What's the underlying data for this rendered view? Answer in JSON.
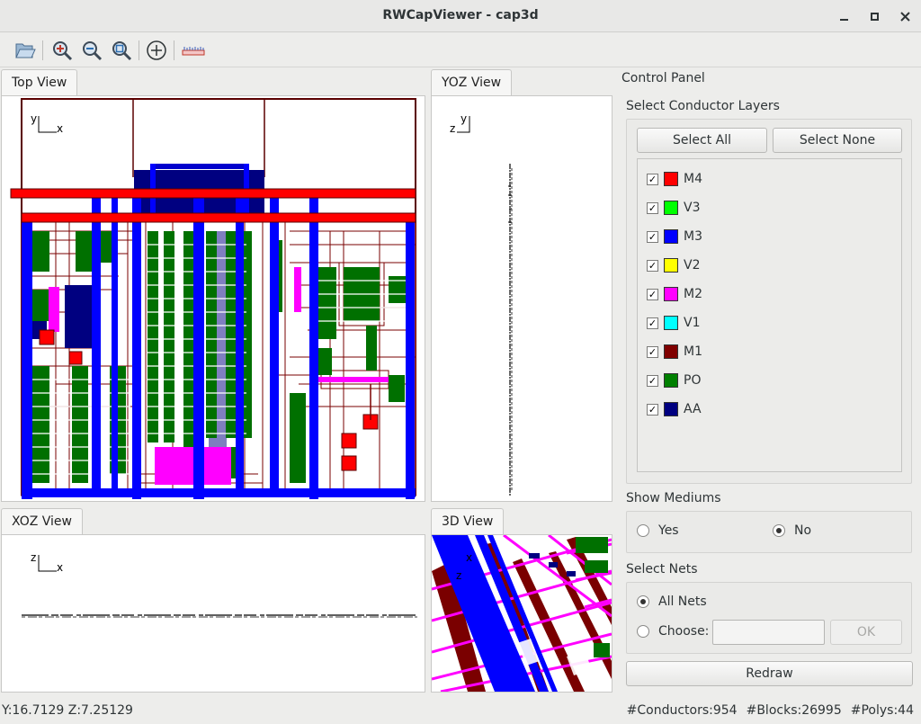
{
  "window": {
    "title": "RWCapViewer - cap3d"
  },
  "toolbar": {
    "icons": [
      "open-folder-icon",
      "zoom-in-icon",
      "zoom-out-icon",
      "zoom-fit-icon",
      "center-crosshair-icon",
      "ruler-icon"
    ]
  },
  "views": {
    "top": {
      "tab": "Top View",
      "axis_v": "y",
      "axis_h": "x"
    },
    "yoz": {
      "tab": "YOZ View",
      "axis_v": "y",
      "axis_h": "z"
    },
    "xoz": {
      "tab": "XOZ View",
      "axis_v": "z",
      "axis_h": "x"
    },
    "view3d": {
      "tab": "3D View",
      "axis_a": "x",
      "axis_b": "z"
    }
  },
  "control_panel": {
    "title": "Control Panel",
    "layers_group": {
      "title": "Select Conductor Layers",
      "select_all": "Select All",
      "select_none": "Select None",
      "layers": [
        {
          "name": "M4",
          "color": "#ff0000",
          "checked": true
        },
        {
          "name": "V3",
          "color": "#00ff00",
          "checked": true
        },
        {
          "name": "M3",
          "color": "#0000ff",
          "checked": true
        },
        {
          "name": "V2",
          "color": "#ffff00",
          "checked": true
        },
        {
          "name": "M2",
          "color": "#ff00ff",
          "checked": true
        },
        {
          "name": "V1",
          "color": "#00ffff",
          "checked": true
        },
        {
          "name": "M1",
          "color": "#800000",
          "checked": true
        },
        {
          "name": "PO",
          "color": "#008000",
          "checked": true
        },
        {
          "name": "AA",
          "color": "#000080",
          "checked": true
        }
      ]
    },
    "mediums_group": {
      "title": "Show Mediums",
      "yes": "Yes",
      "no": "No",
      "selected": "No"
    },
    "nets_group": {
      "title": "Select Nets",
      "all_nets": "All Nets",
      "choose": "Choose:",
      "choose_value": "",
      "ok": "OK",
      "selected": "All Nets"
    },
    "redraw": "Redraw"
  },
  "status": {
    "coords": "Y:16.7129 Z:7.25129",
    "conductors": "#Conductors:954",
    "blocks": "#Blocks:26995",
    "polys": "#Polys:44"
  }
}
